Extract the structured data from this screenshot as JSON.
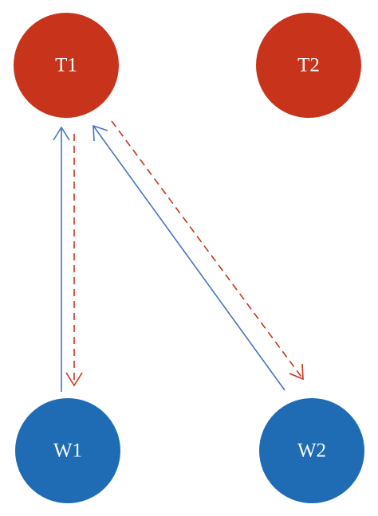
{
  "nodes": {
    "t1": {
      "label": "T1",
      "color": "#c8341b"
    },
    "t2": {
      "label": "T2",
      "color": "#c8341b"
    },
    "w1": {
      "label": "W1",
      "color": "#1f6cb5"
    },
    "w2": {
      "label": "W2",
      "color": "#1f6cb5"
    }
  },
  "edges": [
    {
      "from": "W1",
      "to": "T1",
      "style": "solid",
      "color": "#4a72c1"
    },
    {
      "from": "T1",
      "to": "W1",
      "style": "dashed",
      "color": "#c8341b"
    },
    {
      "from": "W2",
      "to": "T1",
      "style": "solid",
      "color": "#4a72c1"
    },
    {
      "from": "T1",
      "to": "W2",
      "style": "dashed",
      "color": "#c8341b"
    }
  ]
}
